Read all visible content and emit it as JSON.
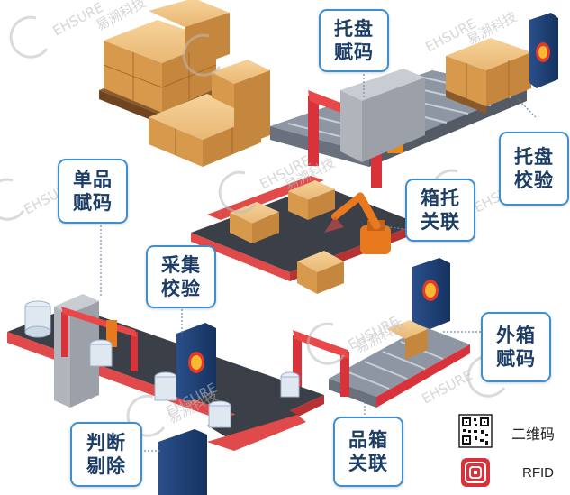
{
  "labels": {
    "tray_code": [
      "托盘",
      "赋码"
    ],
    "tray_verify": [
      "托盘",
      "校验"
    ],
    "single_code": [
      "单品",
      "赋码"
    ],
    "box_tray_link": [
      "箱托",
      "关联"
    ],
    "collect_verify": [
      "采集",
      "校验"
    ],
    "outer_box_code": [
      "外箱",
      "赋码"
    ],
    "judge_reject": [
      "判断",
      "剔除"
    ],
    "item_box_link": [
      "品箱",
      "关联"
    ]
  },
  "legend": {
    "qrcode_label": "二维码",
    "rfid_label": "RFID",
    "qrcode_icon": "qrcode-icon",
    "rfid_icon": "rfid-icon"
  },
  "watermark": {
    "brand": "EHSURE",
    "cn": "易溯科技"
  },
  "colors": {
    "callout_border": "#3d8fd0",
    "callout_text": "#1c3d66",
    "conveyor_belt": "#3b3f47",
    "conveyor_side": "#e04a4a",
    "cabinet": "#1f3f73",
    "box": "#d9a55c",
    "robot": "#e8791f"
  }
}
